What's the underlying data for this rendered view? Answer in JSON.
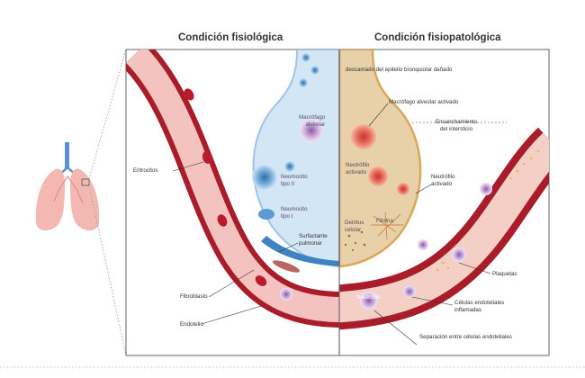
{
  "titles": {
    "left": "Condición fisiológica",
    "right": "Condición fisiopatológica"
  },
  "labels": {
    "eritrocitos": "Eritrocitos",
    "fibroblasto": "Fibroblasto",
    "endotelio": "Endotelio",
    "macrofago_alveolar": [
      "Macrófago",
      "alveolar"
    ],
    "neumocito_2": [
      "Neumocito",
      "tipo II"
    ],
    "neumocito_1": [
      "Neumocito",
      "tipo I"
    ],
    "surfactante": [
      "Surfactante",
      "pulmonar"
    ],
    "epitelio_danado": "descamado del epitelio bronquiolar dañado",
    "macrofago_activado": "Macrófago alveolar activado",
    "ensanchamiento": [
      "Ensanchamiento",
      "del intersticio"
    ],
    "neutrofilo_activado_in": [
      "Neutrófilo",
      "activado"
    ],
    "neutrofilo_activado_out": [
      "Neutrófilo",
      "activado"
    ],
    "detritus": [
      "Detritus",
      "celular"
    ],
    "fibrina": "Fibrina",
    "plaquetas": "Plaquetas",
    "neutrofilo": "Neutrófilo",
    "celulas_endoteliales": [
      "Células endoteliales",
      "inflamadas"
    ],
    "separacion": "Separación entre células endoteliales"
  },
  "colors": {
    "vessel_wall": "#a91d2a",
    "vessel_lumen": "#f5c3bf",
    "alveolus_healthy": "#d3e6f5",
    "alveolus_inflamed": "#e8d0a8",
    "erythrocyte": "#b81c2c",
    "neutrophil": "#c9a4d6"
  }
}
